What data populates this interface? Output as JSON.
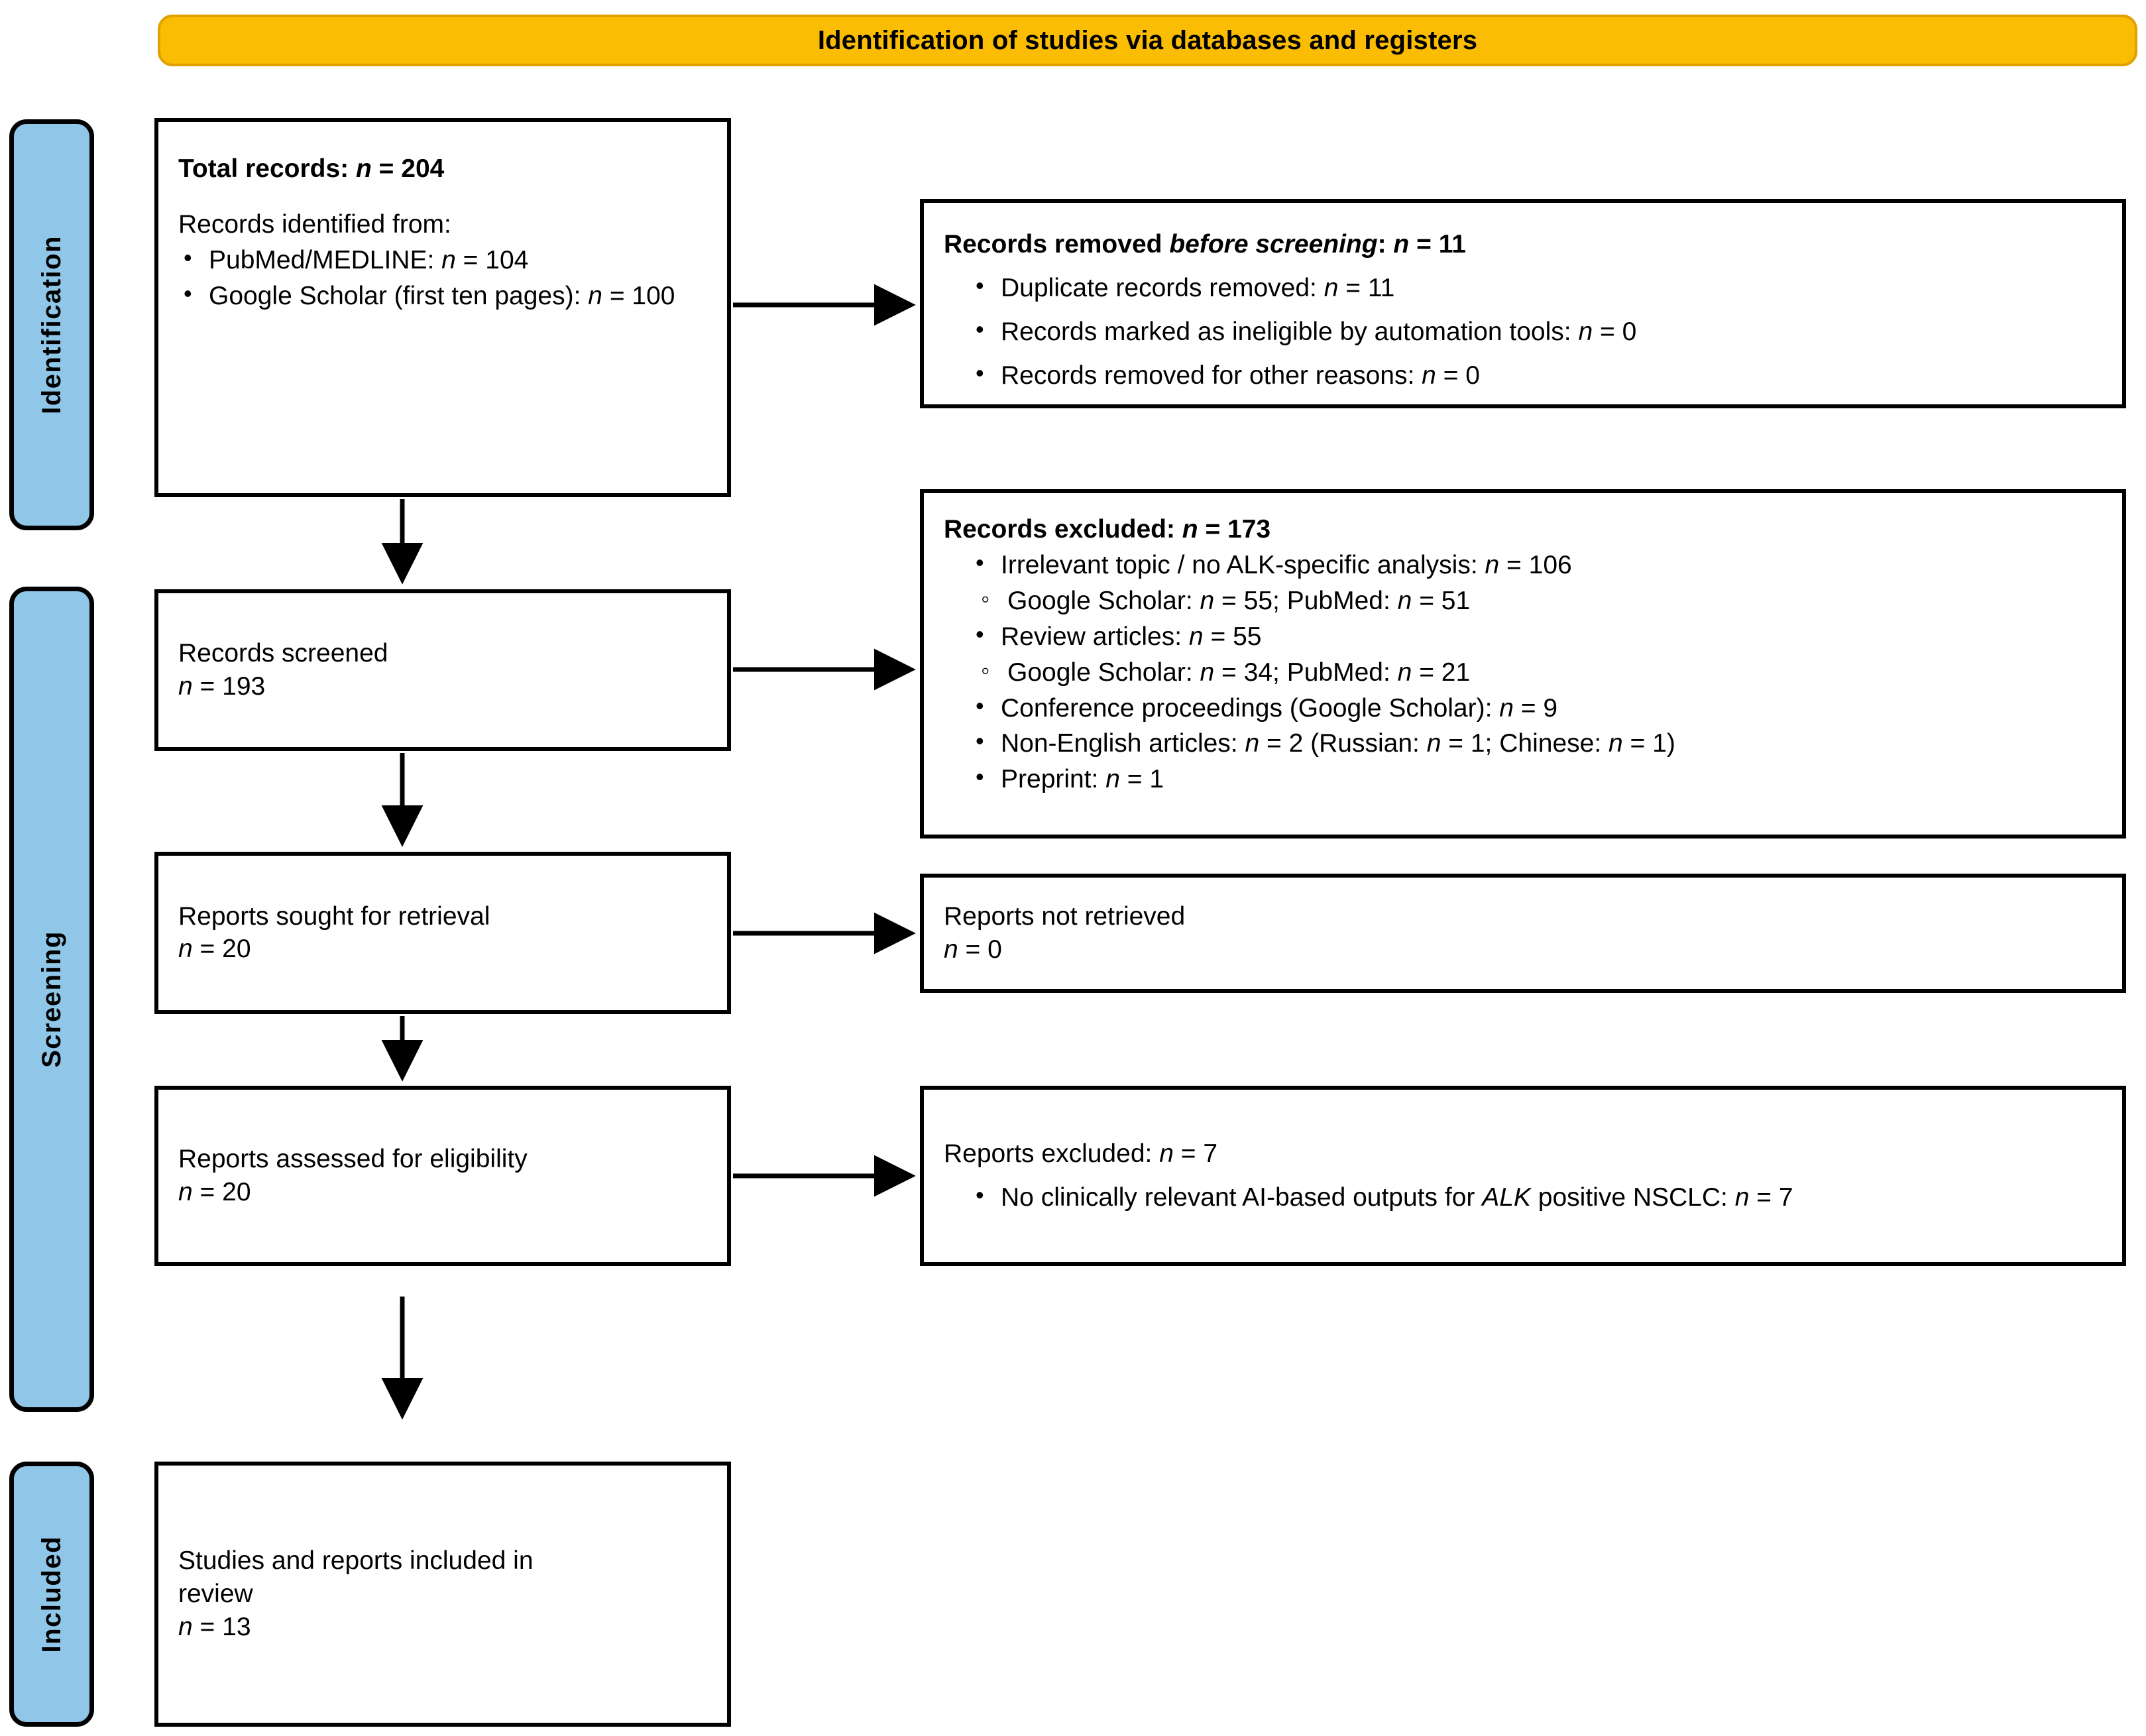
{
  "banner": {
    "title": "Identification of studies via databases and registers",
    "fill": "#FBBC04",
    "border": "#E0A000"
  },
  "stages": [
    {
      "label": "Identification",
      "fill": "#90C6E7"
    },
    {
      "label": "Screening",
      "fill": "#90C6E7"
    },
    {
      "label": "Included",
      "fill": "#90C6E7"
    }
  ],
  "identification": {
    "records_identified": {
      "total_label": "Total records: ",
      "total_n_symbol": "n",
      "total_n_value": " = 204",
      "subheading": "Records identified from:",
      "sources": [
        {
          "label": "PubMed/MEDLINE: ",
          "n_symbol": "n",
          "n_value": " = 104"
        },
        {
          "label": "Google Scholar (first ten pages): ",
          "n_symbol": "n",
          "n_value": " = 100"
        }
      ]
    },
    "records_removed": {
      "heading_a": "Records removed ",
      "heading_em": "before screening",
      "heading_b": ": ",
      "heading_n_symbol": "n",
      "heading_n_value": " = 11",
      "items": [
        {
          "label": "Duplicate records removed: ",
          "n_symbol": "n",
          "n_value": " = 11"
        },
        {
          "label": "Records marked as ineligible by automation tools: ",
          "n_symbol": "n",
          "n_value": " = 0"
        },
        {
          "label": "Records removed for other reasons: ",
          "n_symbol": "n",
          "n_value": " = 0"
        }
      ]
    }
  },
  "screening": {
    "records_screened": {
      "label": "Records screened",
      "n_symbol": "n",
      "n_value": " = 193"
    },
    "records_excluded": {
      "heading": "Records excluded: ",
      "heading_n_symbol": "n",
      "heading_n_value": " = 173",
      "items": [
        {
          "kind": "bullet",
          "label": "Irrelevant topic / no ALK-specific analysis: ",
          "n_symbol": "n",
          "n_value": " = 106"
        },
        {
          "kind": "hollow",
          "label": "Google Scholar: ",
          "n_symbol": "n",
          "n_value": " = 55; PubMed: ",
          "n_symbol2": "n",
          "n_value2": " = 51"
        },
        {
          "kind": "bullet",
          "label": "Review articles: ",
          "n_symbol": "n",
          "n_value": " = 55"
        },
        {
          "kind": "hollow",
          "label": "Google Scholar: ",
          "n_symbol": "n",
          "n_value": " = 34; PubMed: ",
          "n_symbol2": "n",
          "n_value2": " = 21"
        },
        {
          "kind": "bullet",
          "label": "Conference proceedings (Google Scholar): ",
          "n_symbol": "n",
          "n_value": " = 9"
        },
        {
          "kind": "bullet",
          "label": "Non-English articles: ",
          "n_symbol": "n",
          "n_value": " = 2 (Russian: ",
          "n_symbol2": "n",
          "n_value2": " = 1; Chinese: ",
          "n_symbol3": "n",
          "n_value3": " = 1)"
        },
        {
          "kind": "bullet",
          "label": "Preprint: ",
          "n_symbol": "n",
          "n_value": " = 1"
        }
      ]
    },
    "reports_sought": {
      "label": "Reports sought for retrieval",
      "n_symbol": "n",
      "n_value": " = 20"
    },
    "reports_not_retrieved": {
      "label": "Reports not retrieved",
      "n_symbol": "n",
      "n_value": " = 0"
    },
    "reports_assessed": {
      "label": "Reports assessed for eligibility",
      "n_symbol": "n",
      "n_value": " = 20"
    },
    "reports_excluded": {
      "heading": "Reports excluded: ",
      "heading_n_symbol": "n",
      "heading_n_value": " = 7",
      "items": [
        {
          "label_a": "No clinically relevant AI-based outputs for ",
          "label_em": "ALK",
          "label_b": " positive NSCLC: ",
          "n_symbol": "n",
          "n_value": " = 7"
        }
      ]
    }
  },
  "included": {
    "studies_included": {
      "line1": "Studies and reports included in",
      "line2": "review",
      "n_symbol": "n",
      "n_value": " = 13"
    }
  }
}
